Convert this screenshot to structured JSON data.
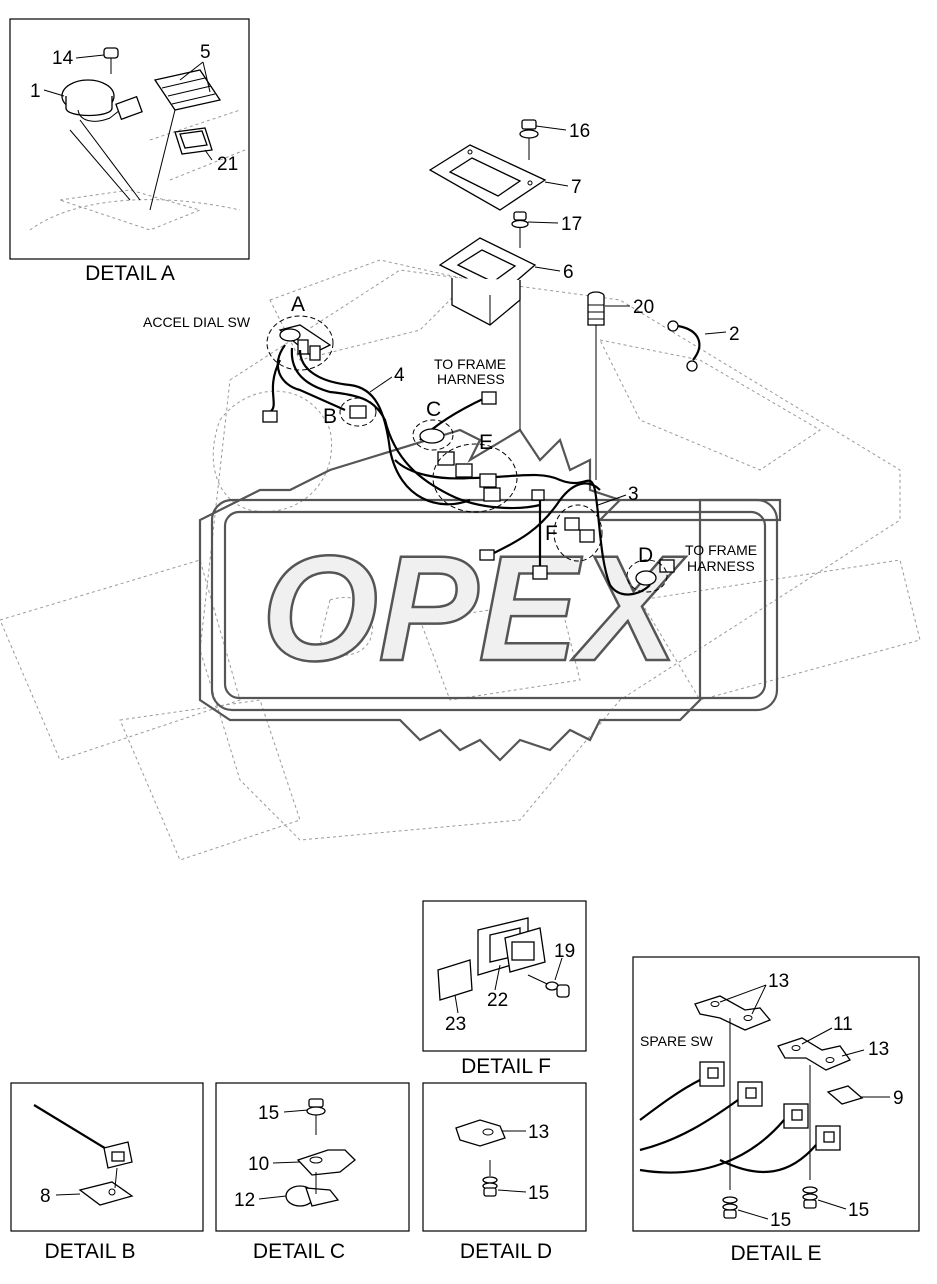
{
  "detail_a": {
    "title": "DETAIL A",
    "callouts": [
      "14",
      "5",
      "1",
      "21"
    ]
  },
  "main": {
    "callouts": [
      "16",
      "7",
      "17",
      "6",
      "20",
      "2",
      "4",
      "3"
    ],
    "detail_letters": [
      "A",
      "B",
      "C",
      "E",
      "F",
      "D"
    ],
    "labels": {
      "accel": "ACCEL DIAL SW",
      "to_frame_1": "TO FRAME",
      "harness_1": "HARNESS",
      "to_frame_2": "TO FRAME",
      "harness_2": "HARNESS"
    },
    "watermark": "OPEX"
  },
  "detail_f": {
    "title": "DETAIL F",
    "callouts": [
      "19",
      "22",
      "23"
    ]
  },
  "detail_b": {
    "title": "DETAIL B",
    "callouts": [
      "8"
    ]
  },
  "detail_c": {
    "title": "DETAIL C",
    "callouts": [
      "15",
      "10",
      "12"
    ]
  },
  "detail_d": {
    "title": "DETAIL D",
    "callouts": [
      "13",
      "15"
    ]
  },
  "detail_e": {
    "title": "DETAIL E",
    "spare": "SPARE SW",
    "callouts": [
      "13",
      "11",
      "13",
      "9",
      "15",
      "15"
    ]
  },
  "colors": {
    "line": "#000000",
    "ghost": "#9a9a9a",
    "watermark": "#555555"
  }
}
